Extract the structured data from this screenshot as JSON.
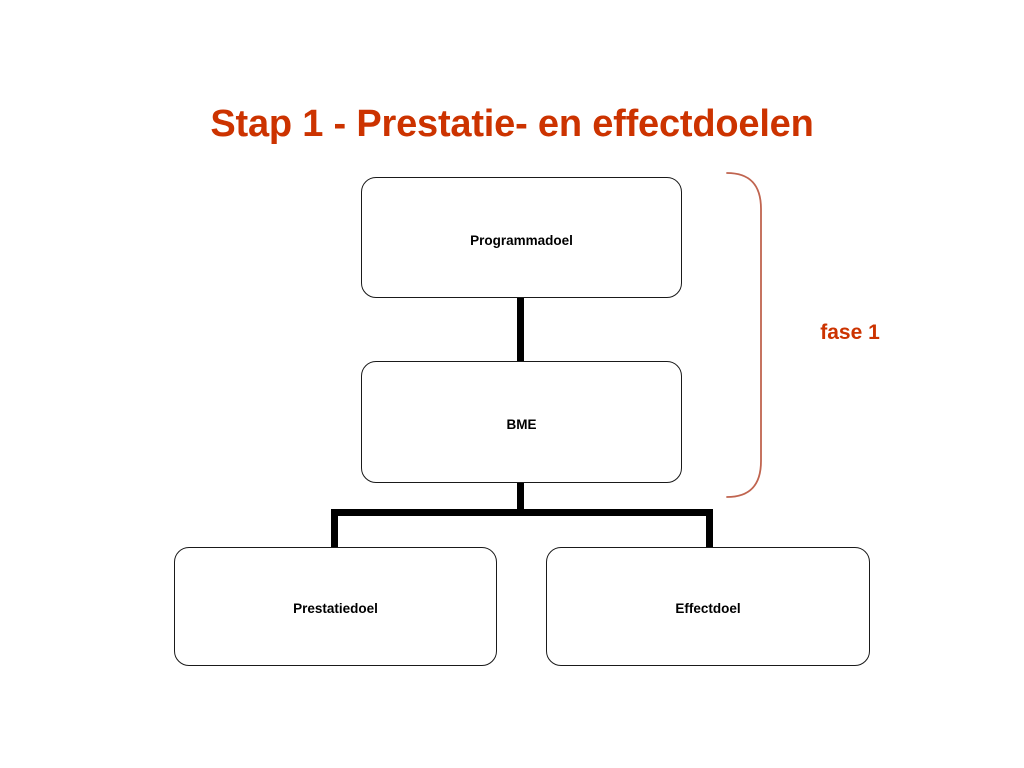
{
  "slide": {
    "title": "Stap 1 - Prestatie- en effectdoelen",
    "background_color": "#FFFFFF",
    "accent_color": "#CC3300",
    "bracket_color": "#C0644F",
    "connector_color": "#000000",
    "box_border_color": "#1A1A1A"
  },
  "diagram": {
    "nodes": [
      {
        "id": "programmadoel",
        "label": "Programmadoel"
      },
      {
        "id": "bme",
        "label": "BME"
      },
      {
        "id": "prestatiedoel",
        "label": "Prestatiedoel"
      },
      {
        "id": "effectdoel",
        "label": "Effectdoel"
      }
    ],
    "annotations": [
      {
        "id": "fase-1",
        "label": "fase 1"
      }
    ]
  }
}
